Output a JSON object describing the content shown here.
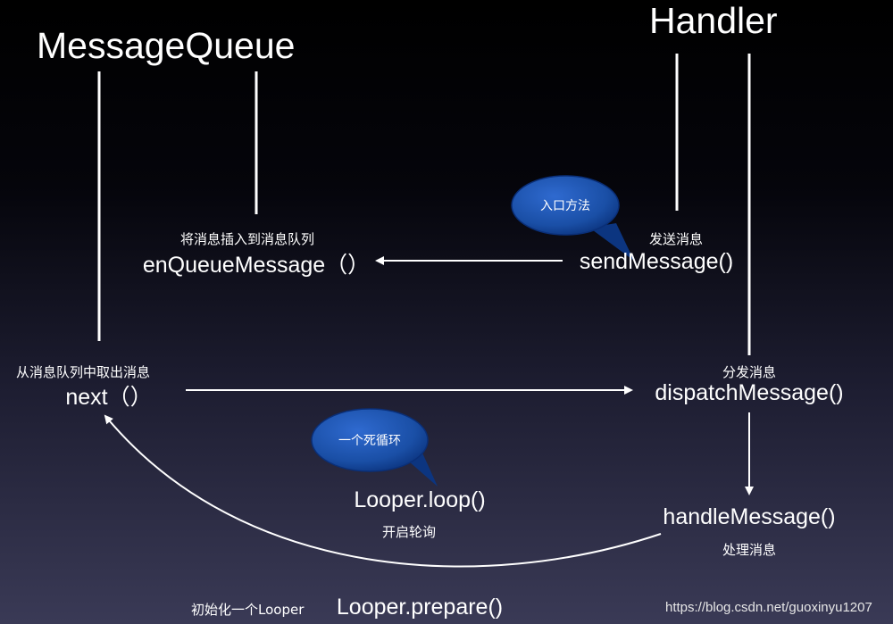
{
  "titles": {
    "message_queue": "MessageQueue",
    "handler": "Handler"
  },
  "nodes": {
    "enqueue": {
      "caption": "将消息插入到消息队列",
      "method": "enQueueMessage（）"
    },
    "send": {
      "caption": "发送消息",
      "method": "sendMessage()"
    },
    "next": {
      "caption": "从消息队列中取出消息",
      "method": "next（）"
    },
    "dispatch": {
      "caption": "分发消息",
      "method": "dispatchMessage()"
    },
    "loop": {
      "method": "Looper.loop()",
      "caption": "开启轮询"
    },
    "handle": {
      "method": "handleMessage()",
      "caption": "处理消息"
    },
    "prepare": {
      "caption": "初始化一个Looper",
      "method": "Looper.prepare()"
    }
  },
  "callouts": {
    "entry": "入口方法",
    "dead_loop": "一个死循环"
  },
  "watermark": "https://blog.csdn.net/guoxinyu1207",
  "colors": {
    "bubble": "#1f55b0",
    "bubble_edge": "#0a2f78",
    "line": "#ffffff"
  }
}
